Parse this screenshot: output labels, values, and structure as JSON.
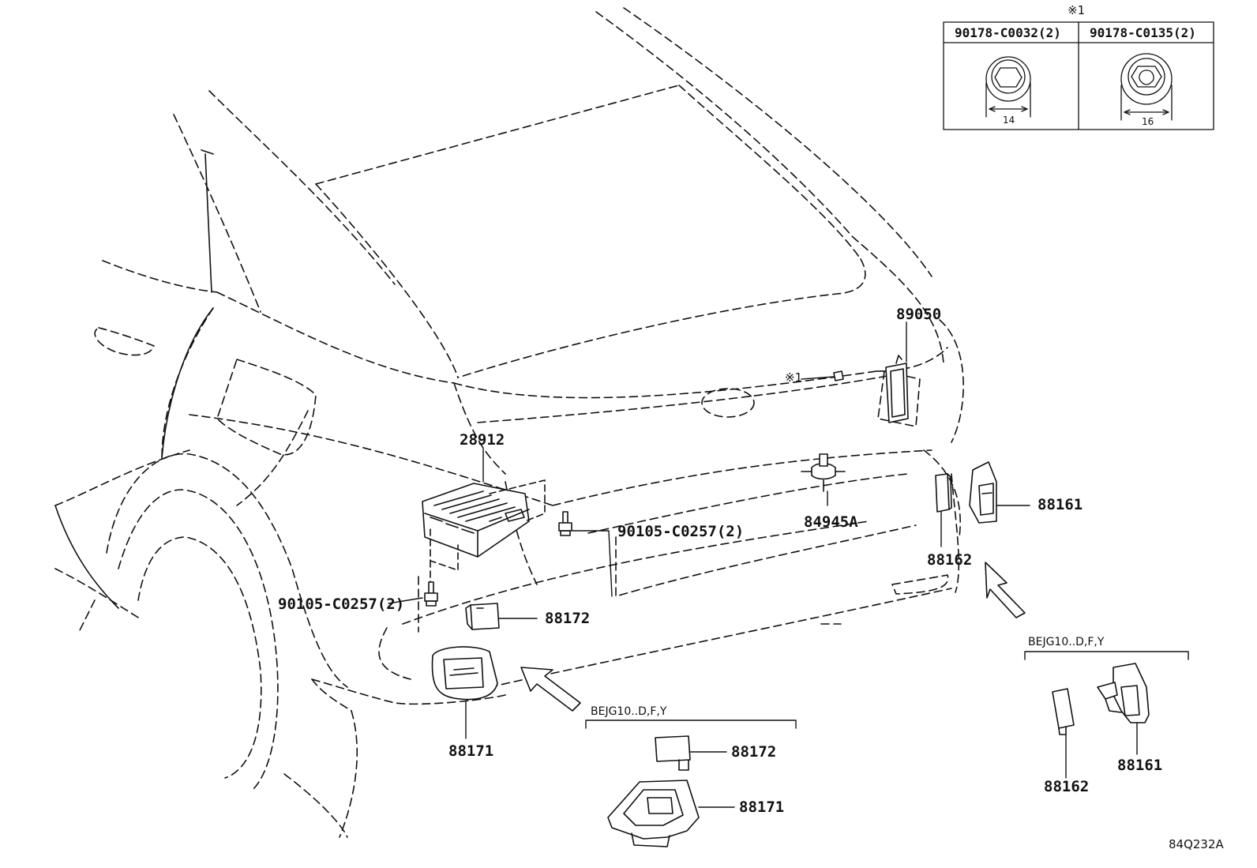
{
  "diagram_id": "84Q232A",
  "fastener_table": {
    "note_mark": "※1",
    "columns": [
      {
        "part": "90178-C0032(2)",
        "size": "14"
      },
      {
        "part": "90178-C0135(2)",
        "size": "16"
      }
    ]
  },
  "callouts": {
    "p89050": "89050",
    "p28912": "28912",
    "note_ref": "※1",
    "bolt_right": "90105-C0257(2)",
    "bolt_left": "90105-C0257(2)",
    "p84945A": "84945A",
    "p88161": "88161",
    "p88162": "88162",
    "p88172": "88172",
    "p88171": "88171"
  },
  "detail_left": {
    "title": "BEJG10..D,F,Y",
    "part_top": "88172",
    "part_bottom": "88171"
  },
  "detail_right": {
    "title": "BEJG10..D,F,Y",
    "part_left": "88162",
    "part_right": "88161"
  }
}
